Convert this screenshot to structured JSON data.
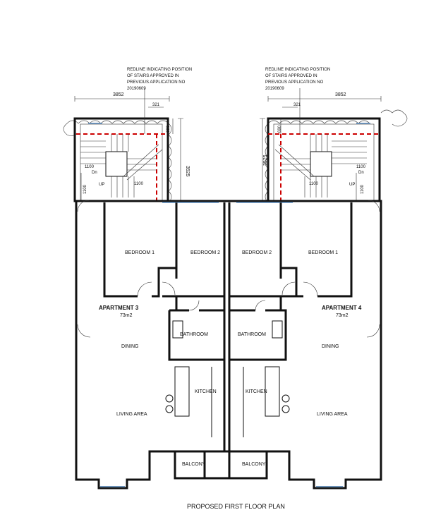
{
  "title": "PROPOSED FIRST FLOOR PLAN",
  "annotation": {
    "lines": [
      "REDLINE INDICATING POSITION",
      "OF STAIRS APPROVED IN",
      "PREVIOUS  APPLICATION NO",
      "20190609"
    ]
  },
  "dimensions": {
    "width": "3852",
    "offset": "321",
    "top": "690",
    "depth": "3525",
    "stair1": "1100",
    "stair2": "1100",
    "stair3": "1100",
    "stair4": "1100",
    "up": "UP",
    "dn": "Dn"
  },
  "apartments": [
    {
      "name": "APARTMENT 3",
      "area": "73m2",
      "bedroom1": "BEDROOM 1",
      "bedroom2": "BEDROOM 2",
      "bathroom": "BATHROOM",
      "dining": "DINING",
      "kitchen": "KITCHEN",
      "living": "LIVING AREA",
      "balcony": "BALCONY"
    },
    {
      "name": "APARTMENT 4",
      "area": "73m2",
      "bedroom1": "BEDROOM 1",
      "bedroom2": "BEDROOM 2",
      "bathroom": "BATHROOM",
      "dining": "DINING",
      "kitchen": "KITCHEN",
      "living": "LIVING AREA",
      "balcony": "BALCONY"
    }
  ],
  "colors": {
    "redline": "#cc0000",
    "window": "#6a8fb5"
  }
}
